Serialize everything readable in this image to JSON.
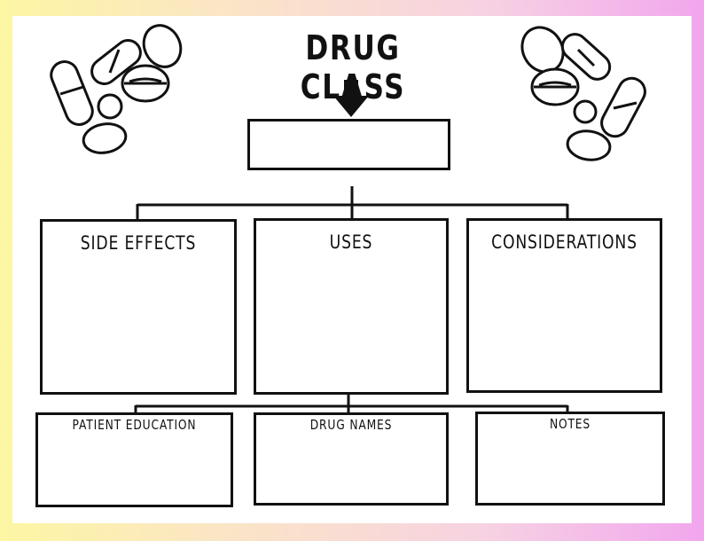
{
  "worksheet": {
    "title": "DRUG CLASS",
    "class_box_value": "",
    "sections": {
      "side_effects": "SIDE EFFECTS",
      "uses": "USES",
      "considerations": "CONSIDERATIONS",
      "patient_education": "PATIENT EDUCATION",
      "drug_names": "DRUG NAMES",
      "notes": "NOTES"
    },
    "icons": {
      "left": "pills-cluster-icon",
      "right": "pills-cluster-icon",
      "arrow": "arrow-down-icon"
    }
  }
}
